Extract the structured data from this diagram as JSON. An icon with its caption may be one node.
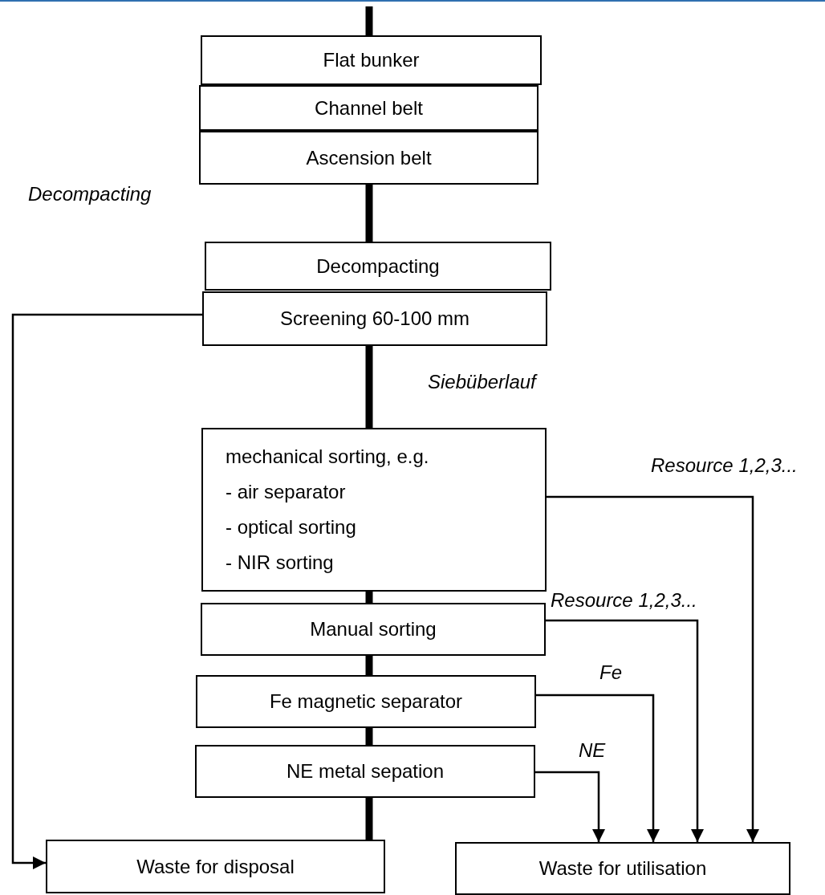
{
  "diagram": {
    "nodes": [
      {
        "text": [
          "Flat bunker"
        ]
      },
      {
        "text": [
          "Channel belt"
        ]
      },
      {
        "text": [
          "Ascension belt"
        ]
      },
      {
        "text": [
          "Decompacting"
        ]
      },
      {
        "text": [
          "Screening  60-100 mm"
        ]
      },
      {
        "text": [
          "mechanical sorting, e.g.",
          "- air separator",
          "- optical sorting",
          "- NIR sorting"
        ]
      },
      {
        "text": [
          "Manual sorting"
        ]
      },
      {
        "text": [
          "Fe magnetic separator"
        ]
      },
      {
        "text": [
          "NE metal sepation"
        ]
      },
      {
        "text": [
          "Waste for disposal"
        ]
      },
      {
        "text": [
          "Waste for utilisation"
        ]
      }
    ],
    "edges": [
      {
        "from": null,
        "to": 0,
        "arrow": "none"
      },
      {
        "from": 2,
        "to": 3,
        "arrow": "none"
      },
      {
        "from": 4,
        "to": 5,
        "arrow": "none"
      },
      {
        "from": 5,
        "to": 6,
        "arrow": "none"
      },
      {
        "from": 6,
        "to": 7,
        "arrow": "none"
      },
      {
        "from": 7,
        "to": 8,
        "arrow": "none"
      },
      {
        "from": 8,
        "to": 9,
        "arrow": "none"
      },
      {
        "from": 4,
        "to": 9,
        "arrow": "to"
      },
      {
        "from": 5,
        "to": 10,
        "arrow": "to",
        "label": "Resource 1,2,3..."
      },
      {
        "from": 6,
        "to": 10,
        "arrow": "to",
        "label": "Resource 1,2,3..."
      },
      {
        "from": 7,
        "to": 10,
        "arrow": "to",
        "label": "Fe"
      },
      {
        "from": 8,
        "to": 10,
        "arrow": "to",
        "label": "NE"
      }
    ],
    "labels": [
      "Decompacting",
      "Siebüberlauf"
    ]
  }
}
